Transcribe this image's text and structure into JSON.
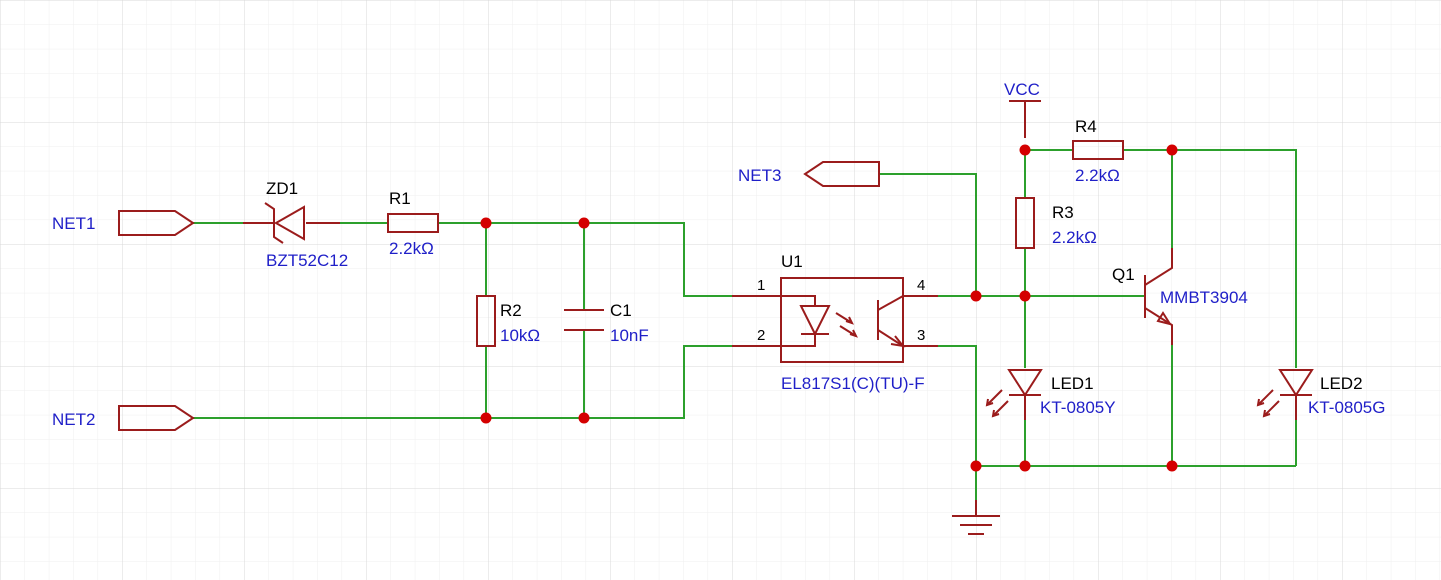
{
  "colors": {
    "background": "#ffffff",
    "grid_minor": "#f0f0f0",
    "grid_major": "#dcdcdc",
    "wire": "#2ca02c",
    "symbol": "#9b1c1c",
    "label": "#1f1fc8",
    "junction": "#d40000"
  },
  "nets": {
    "net1": "NET1",
    "net2": "NET2",
    "net3": "NET3",
    "vcc": "VCC"
  },
  "components": {
    "zd1": {
      "ref": "ZD1",
      "value": "BZT52C12"
    },
    "r1": {
      "ref": "R1",
      "value": "2.2kΩ"
    },
    "r2": {
      "ref": "R2",
      "value": "10kΩ"
    },
    "c1": {
      "ref": "C1",
      "value": "10nF"
    },
    "u1": {
      "ref": "U1",
      "value": "EL817S1(C)(TU)-F",
      "pins": [
        "1",
        "2",
        "3",
        "4"
      ]
    },
    "r3": {
      "ref": "R3",
      "value": "2.2kΩ"
    },
    "r4": {
      "ref": "R4",
      "value": "2.2kΩ"
    },
    "q1": {
      "ref": "Q1",
      "value": "MMBT3904"
    },
    "led1": {
      "ref": "LED1",
      "value": "KT-0805Y"
    },
    "led2": {
      "ref": "LED2",
      "value": "KT-0805G"
    }
  }
}
